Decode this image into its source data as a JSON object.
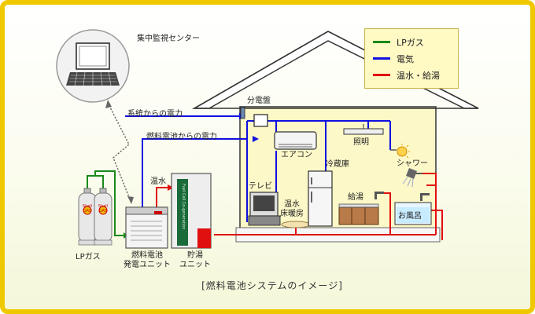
{
  "monitor_center": "集中監視センター",
  "grid_power": "系統からの電力",
  "fc_power": "燃料電池からの電力",
  "hot_water": "温水",
  "distribution_board": "分電盤",
  "aircon": "エアコン",
  "lighting": "照明",
  "shower": "シャワー",
  "tv": "テレビ",
  "fridge": "冷蔵庫",
  "floor_heating": "温水\n床暖房",
  "hot_water_supply": "給湯",
  "bath": "お風呂",
  "lp_gas": "LPガス",
  "fc_unit": "燃料電池\n発電ユニット",
  "storage_unit": "貯湯\nユニット",
  "caption": "[燃料電池システムのイメージ]",
  "legend": [
    {
      "label": "LPガス",
      "color": "#1a8a1a"
    },
    {
      "label": "電気",
      "color": "#1010e0"
    },
    {
      "label": "温水・給湯",
      "color": "#e01010"
    }
  ],
  "cylinder_logo": "Shell\nGAS",
  "colors": {
    "frame": "#f0c800",
    "gas": "#1a8a1a",
    "electric": "#1010e0",
    "water": "#e01010"
  }
}
